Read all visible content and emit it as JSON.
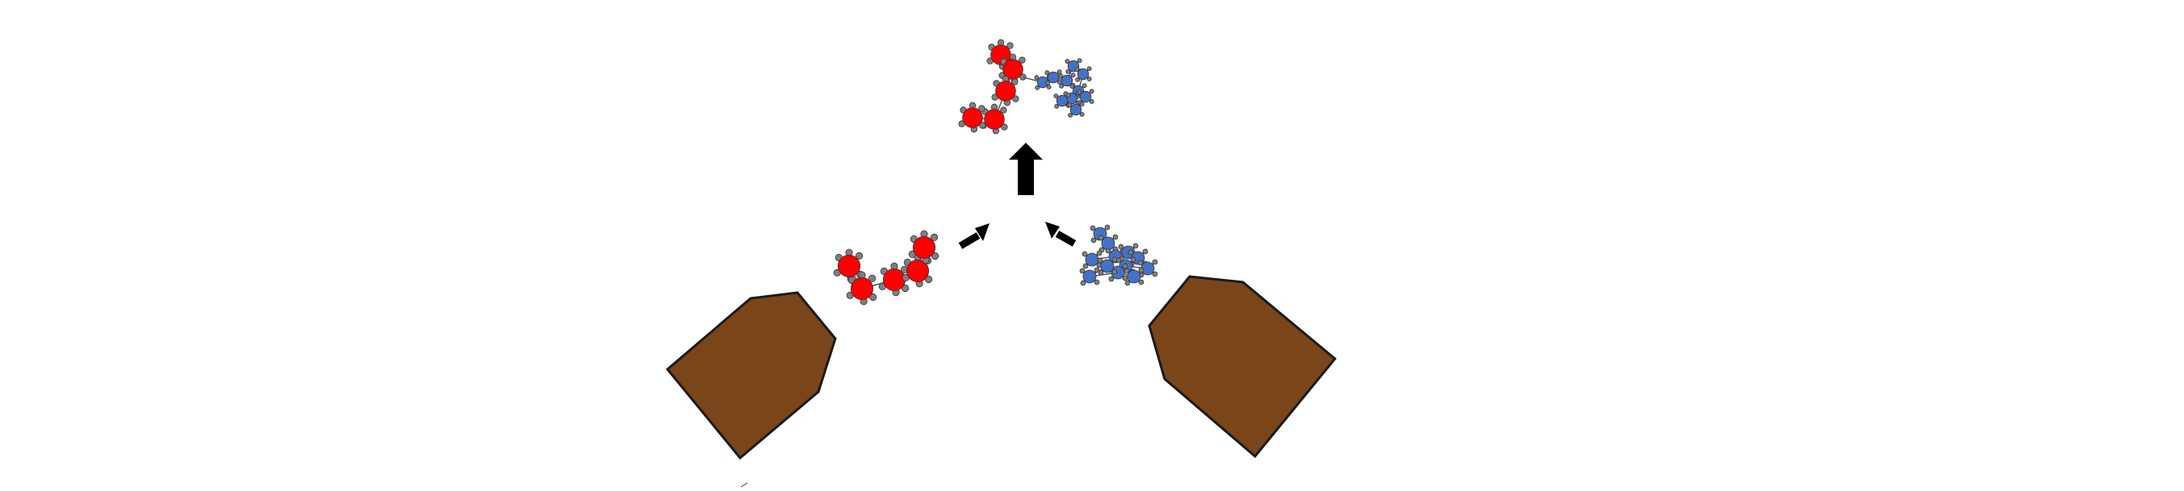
{
  "diagram": {
    "colors": {
      "background": "#ffffff",
      "nozzle_fill": "#7a4518",
      "nozzle_stroke": "#1a1a1a",
      "molecule_red": "#ff0000",
      "molecule_blue": "#4472c4",
      "hydrogen_gray": "#7f7f7f",
      "arrow": "#000000"
    },
    "icons": {
      "left_nozzle": "nozzle-shape",
      "right_nozzle": "nozzle-shape",
      "red_molecules": "red-molecule-cluster",
      "blue_molecules": "blue-molecule-cluster",
      "merge_arrows": "diagonal-arrow",
      "up_arrow": "up-arrow"
    }
  }
}
